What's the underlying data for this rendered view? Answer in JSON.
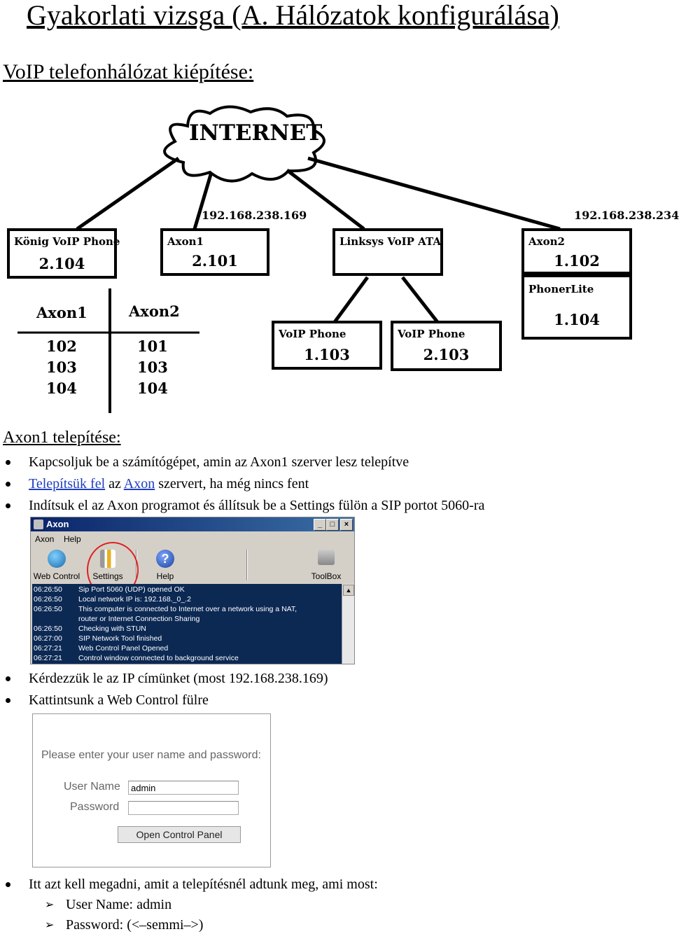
{
  "title": "Gyakorlati vizsga (A. Hálózatok konfigurálása)",
  "subtitle": "VoIP telefonhálózat kiépítése:",
  "diagram": {
    "cloud_label": "INTERNET",
    "ip_axon1": "192.168.238.169",
    "ip_axon2": "192.168.238.234",
    "boxes": {
      "konig": {
        "label": "König VoIP Phone",
        "number": "2.104"
      },
      "axon1": {
        "label": "Axon1",
        "number": "2.101"
      },
      "linksys": {
        "label": "Linksys VoIP ATA"
      },
      "axon2": {
        "label": "Axon2",
        "number": "1.102"
      },
      "phonerlite": {
        "label": "PhonerLite",
        "number": "1.104"
      },
      "voip1": {
        "label": "VoIP Phone",
        "number": "1.103"
      },
      "voip2": {
        "label": "VoIP Phone",
        "number": "2.103"
      }
    },
    "table": {
      "col1": {
        "header": "Axon1",
        "values": [
          "102",
          "103",
          "104"
        ]
      },
      "col2": {
        "header": "Axon2",
        "values": [
          "101",
          "103",
          "104"
        ]
      }
    }
  },
  "section1": {
    "heading": "Axon1 telepítése:",
    "bullet1": "Kapcsoljuk be a számítógépet, amin az Axon1 szerver lesz telepítve",
    "bullet2_link1": "Telepítsük fel",
    "bullet2_mid": " az ",
    "bullet2_link2": "Axon",
    "bullet2_end": " szervert, ha még nincs fent",
    "bullet3": "Indítsuk el az Axon programot és állítsuk be a Settings fülön a SIP portot 5060-ra"
  },
  "axon_window": {
    "title": "Axon",
    "menu": [
      "Axon",
      "Help"
    ],
    "buttons": {
      "web": "Web Control",
      "settings": "Settings",
      "help": "Help",
      "toolbox": "ToolBox"
    },
    "log": [
      {
        "time": "06:26:50",
        "msg": "Sip Port 5060 (UDP) opened OK"
      },
      {
        "time": "06:26:50",
        "msg": "Local network IP is: 192.168._0_.2"
      },
      {
        "time": "06:26:50",
        "msg": "This computer is connected to Internet over a network using a NAT,"
      },
      {
        "time": "",
        "msg": "router or Internet Connection Sharing"
      },
      {
        "time": "06:26:50",
        "msg": "Checking with STUN"
      },
      {
        "time": "06:27:00",
        "msg": "SIP Network Tool finished"
      },
      {
        "time": "06:27:21",
        "msg": "Web Control Panel Opened"
      },
      {
        "time": "06:27:21",
        "msg": "Control window connected to background service"
      }
    ]
  },
  "section2": {
    "bullet4": "Kérdezzük le az IP címünket (most 192.168.238.169)",
    "bullet5": "Kattintsunk a Web Control fülre"
  },
  "login": {
    "prompt": "Please enter your user name and password:",
    "user_label": "User Name",
    "user_value": "admin",
    "pass_label": "Password",
    "pass_value": "",
    "button": "Open Control Panel"
  },
  "section3": {
    "bullet6": "Itt azt kell megadni, amit a telepítésnél adtunk meg, ami most:",
    "sub1": "User Name: admin",
    "sub2": "Password: (<–semmi–>)"
  }
}
